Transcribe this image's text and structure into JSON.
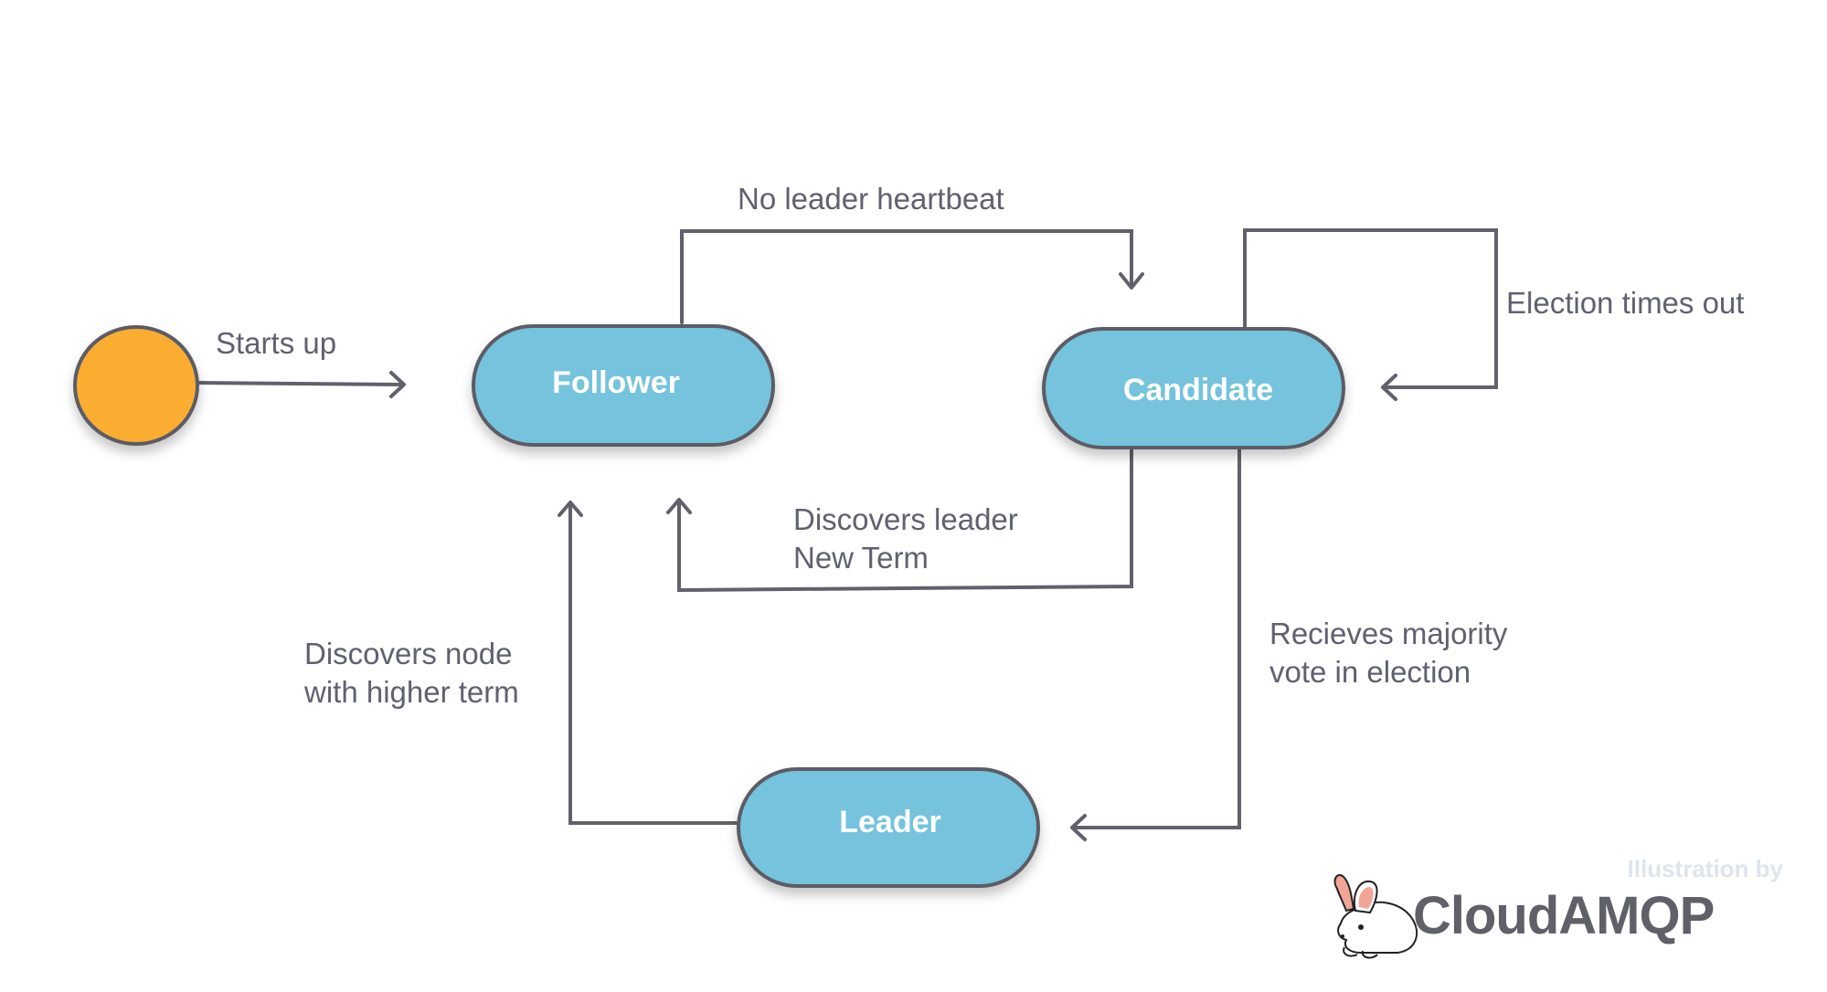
{
  "diagram": {
    "title": "Raft consensus node state transitions",
    "start_node": {
      "label": "",
      "icon": "start-state-circle",
      "color": "#fbad31"
    },
    "nodes": {
      "follower": {
        "label": "Follower"
      },
      "candidate": {
        "label": "Candidate"
      },
      "leader": {
        "label": "Leader"
      }
    },
    "node_color": "#75c3dc",
    "edges": [
      {
        "from": "start",
        "to": "follower",
        "label_lines": [
          "Starts up"
        ]
      },
      {
        "from": "follower",
        "to": "candidate",
        "label_lines": [
          "No leader heartbeat"
        ]
      },
      {
        "from": "candidate",
        "to": "candidate",
        "label_lines": [
          "Election times out"
        ]
      },
      {
        "from": "candidate",
        "to": "follower",
        "label_lines": [
          "Discovers leader",
          "New Term"
        ]
      },
      {
        "from": "candidate",
        "to": "leader",
        "label_lines": [
          "Recieves majority",
          "vote in election"
        ]
      },
      {
        "from": "leader",
        "to": "follower",
        "label_lines": [
          "Discovers node",
          "with higher term"
        ]
      }
    ],
    "edge_color": "#60616c"
  },
  "credit": {
    "prefix": "Illustration by",
    "brand": "CloudAMQP",
    "logo_icon": "rabbit-icon"
  }
}
